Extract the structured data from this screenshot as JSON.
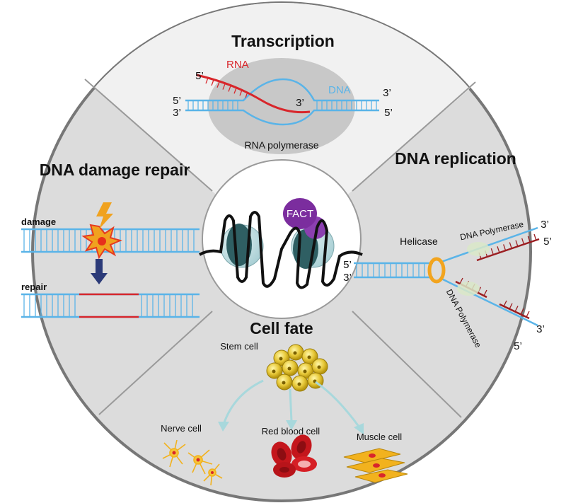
{
  "transcription": {
    "title": "Transcription",
    "rna_label": "RNA",
    "dna_label": "DNA",
    "enzyme_label": "RNA polymerase",
    "rna_five_prime": "5’",
    "rna_three_prime": "3’",
    "top_strand_left": "5’",
    "top_strand_right": "3’",
    "bottom_strand_left": "3’",
    "bottom_strand_right": "5’"
  },
  "repair": {
    "title": "DNA damage repair",
    "damage_label": "damage",
    "repair_label": "repair"
  },
  "replication": {
    "title": "DNA replication",
    "helicase_label": "Helicase",
    "polymerase_top_label": "DNA Polymerase",
    "polymerase_bottom_label": "DNA Polymerase",
    "upper_end_three": "3’",
    "upper_end_five": "5’",
    "parent_five": "5’",
    "parent_three": "3’",
    "lower_end_three": "3’",
    "lower_end_five": "5’"
  },
  "cell_fate": {
    "title": "Cell fate",
    "stem_label": "Stem cell",
    "nerve_label": "Nerve cell",
    "rbc_label": "Red blood cell",
    "muscle_label": "Muscle cell"
  },
  "center": {
    "fact_label": "FACT"
  },
  "colors": {
    "dna_blue": "#5ab4e8",
    "rna_red": "#d8262b",
    "fact_purple": "#7b2d9e",
    "helicase_orange": "#f2a41e",
    "panel_grey": "#dcdcdc"
  }
}
